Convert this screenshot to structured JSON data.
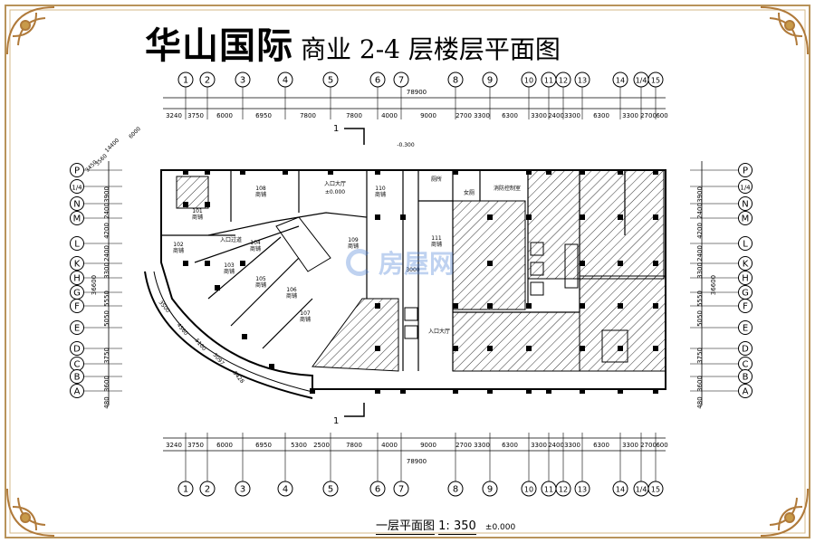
{
  "title": {
    "main": "华山国际",
    "sub": "商业 2-4 层楼层平面图"
  },
  "caption": {
    "plan_name": "一层平面图",
    "scale": "1: 350",
    "level": "±0.000"
  },
  "watermark": "房屋网",
  "axes": {
    "cols": [
      "1",
      "2",
      "3",
      "4",
      "5",
      "6",
      "7",
      "8",
      "9",
      "10",
      "11",
      "12",
      "13",
      "14",
      "1/4",
      "15"
    ],
    "rows": [
      "P",
      "1/4",
      "N",
      "M",
      "L",
      "K",
      "H",
      "G",
      "F",
      "E",
      "D",
      "C",
      "B",
      "A"
    ]
  },
  "dims": {
    "top_total": "78900",
    "top": [
      "3240",
      "3750",
      "6000",
      "6950",
      "7800",
      "7800",
      "4000",
      "9000",
      "2700",
      "3300",
      "6300",
      "3300",
      "2400",
      "3300",
      "6300",
      "3300",
      "2700",
      "600"
    ],
    "bottom_total": "78900",
    "bottom": [
      "3240",
      "3750",
      "6000",
      "6950",
      "5300",
      "2500",
      "7800",
      "4000",
      "9000",
      "2700",
      "3300",
      "6300",
      "3300",
      "2400",
      "3300",
      "6300",
      "3300",
      "2700",
      "600"
    ],
    "side": [
      "3900",
      "2400",
      "4200",
      "2400",
      "3300",
      "5550",
      "5050",
      "3750",
      "3600",
      "480"
    ],
    "side_total": "36600",
    "diag_top": [
      "14400",
      "6000",
      "3560",
      "3450"
    ],
    "diag_left": [
      "3500",
      "4560",
      "5100",
      "5097",
      "5428"
    ]
  },
  "rooms": [
    {
      "id": "r101",
      "text": "101\n商铺"
    },
    {
      "id": "r102",
      "text": "102\n商铺"
    },
    {
      "id": "r103",
      "text": "103\n商铺"
    },
    {
      "id": "r104",
      "text": "104\n商铺"
    },
    {
      "id": "r105",
      "text": "105\n商铺"
    },
    {
      "id": "r106",
      "text": "106\n商铺"
    },
    {
      "id": "r107",
      "text": "107\n商铺"
    },
    {
      "id": "r108",
      "text": "108\n商铺"
    },
    {
      "id": "r109",
      "text": "109\n商铺"
    },
    {
      "id": "r110",
      "text": "110\n商铺"
    },
    {
      "id": "r111",
      "text": "111\n商铺"
    }
  ],
  "labels": {
    "entrance_hall": "入口大厅",
    "entrance_level": "±0.000",
    "entrance_corridor": "入口过道",
    "entrance_hall2": "入口大厅",
    "toilet1": "厕所",
    "toilet2": "女厕",
    "control_room": "消防控制室",
    "level_minus": "-0.300",
    "section_mark": "1",
    "door_3000": "3000"
  }
}
